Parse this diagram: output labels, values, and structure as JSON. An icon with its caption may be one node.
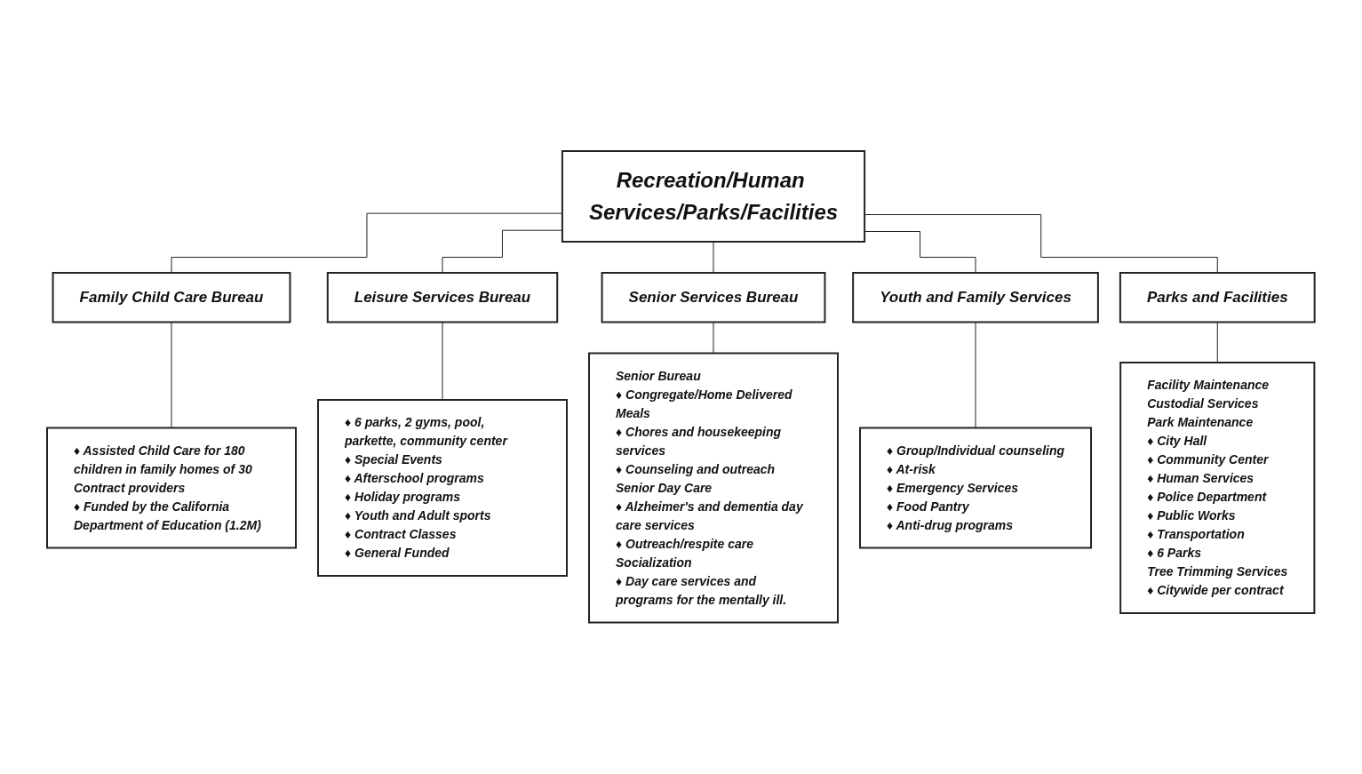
{
  "diagram": {
    "nodes": [
      {
        "text": [
          "Recreation/Human Services/Parks/Facilities"
        ]
      },
      {
        "text": [
          "Family Child Care Bureau"
        ]
      },
      {
        "text": [
          "Leisure Services Bureau"
        ]
      },
      {
        "text": [
          "Senior Services Bureau"
        ]
      },
      {
        "text": [
          "Youth and Family Services"
        ]
      },
      {
        "text": [
          "Parks and Facilities"
        ]
      },
      {
        "text": [
          "♦ Assisted Child Care for 180 children in family homes of 30",
          "Contract providers",
          "♦ Funded by the California Department of Education (1.2M)"
        ]
      },
      {
        "text": [
          "♦ 6 parks, 2 gyms, pool, parkette, community center",
          "♦ Special Events",
          "♦ Afterschool programs",
          "♦ Holiday programs",
          "♦ Youth and Adult sports",
          "♦ Contract Classes",
          "♦ General Funded"
        ]
      },
      {
        "text": [
          "Senior Bureau",
          "♦ Congregate/Home Delivered Meals",
          "♦ Chores and housekeeping services",
          "♦ Counseling and outreach",
          "Senior Day Care",
          "♦ Alzheimer's and dementia day care services",
          "♦ Outreach/respite care",
          "Socialization",
          "♦ Day care services and programs for the mentally ill."
        ]
      },
      {
        "text": [
          "♦ Group/Individual counseling",
          "♦ At-risk",
          "♦ Emergency Services",
          "♦ Food Pantry",
          "♦ Anti-drug programs"
        ]
      },
      {
        "text": [
          "Facility Maintenance",
          "Custodial Services",
          "Park Maintenance",
          "♦ City Hall",
          "♦ Community Center",
          "♦ Human Services",
          "♦ Police Department",
          "♦ Public Works",
          "♦ Transportation",
          "♦ 6 Parks",
          "Tree Trimming Services",
          "♦ Citywide per contract"
        ]
      }
    ],
    "edges": [
      {
        "from": 0,
        "to": 1,
        "arrow": "none"
      },
      {
        "from": 0,
        "to": 2,
        "arrow": "none"
      },
      {
        "from": 0,
        "to": 3,
        "arrow": "none"
      },
      {
        "from": 0,
        "to": 4,
        "arrow": "none"
      },
      {
        "from": 0,
        "to": 5,
        "arrow": "none"
      },
      {
        "from": 1,
        "to": 6,
        "arrow": "none"
      },
      {
        "from": 2,
        "to": 7,
        "arrow": "none"
      },
      {
        "from": 3,
        "to": 8,
        "arrow": "none"
      },
      {
        "from": 4,
        "to": 9,
        "arrow": "none"
      },
      {
        "from": 5,
        "to": 10,
        "arrow": "none"
      }
    ]
  }
}
